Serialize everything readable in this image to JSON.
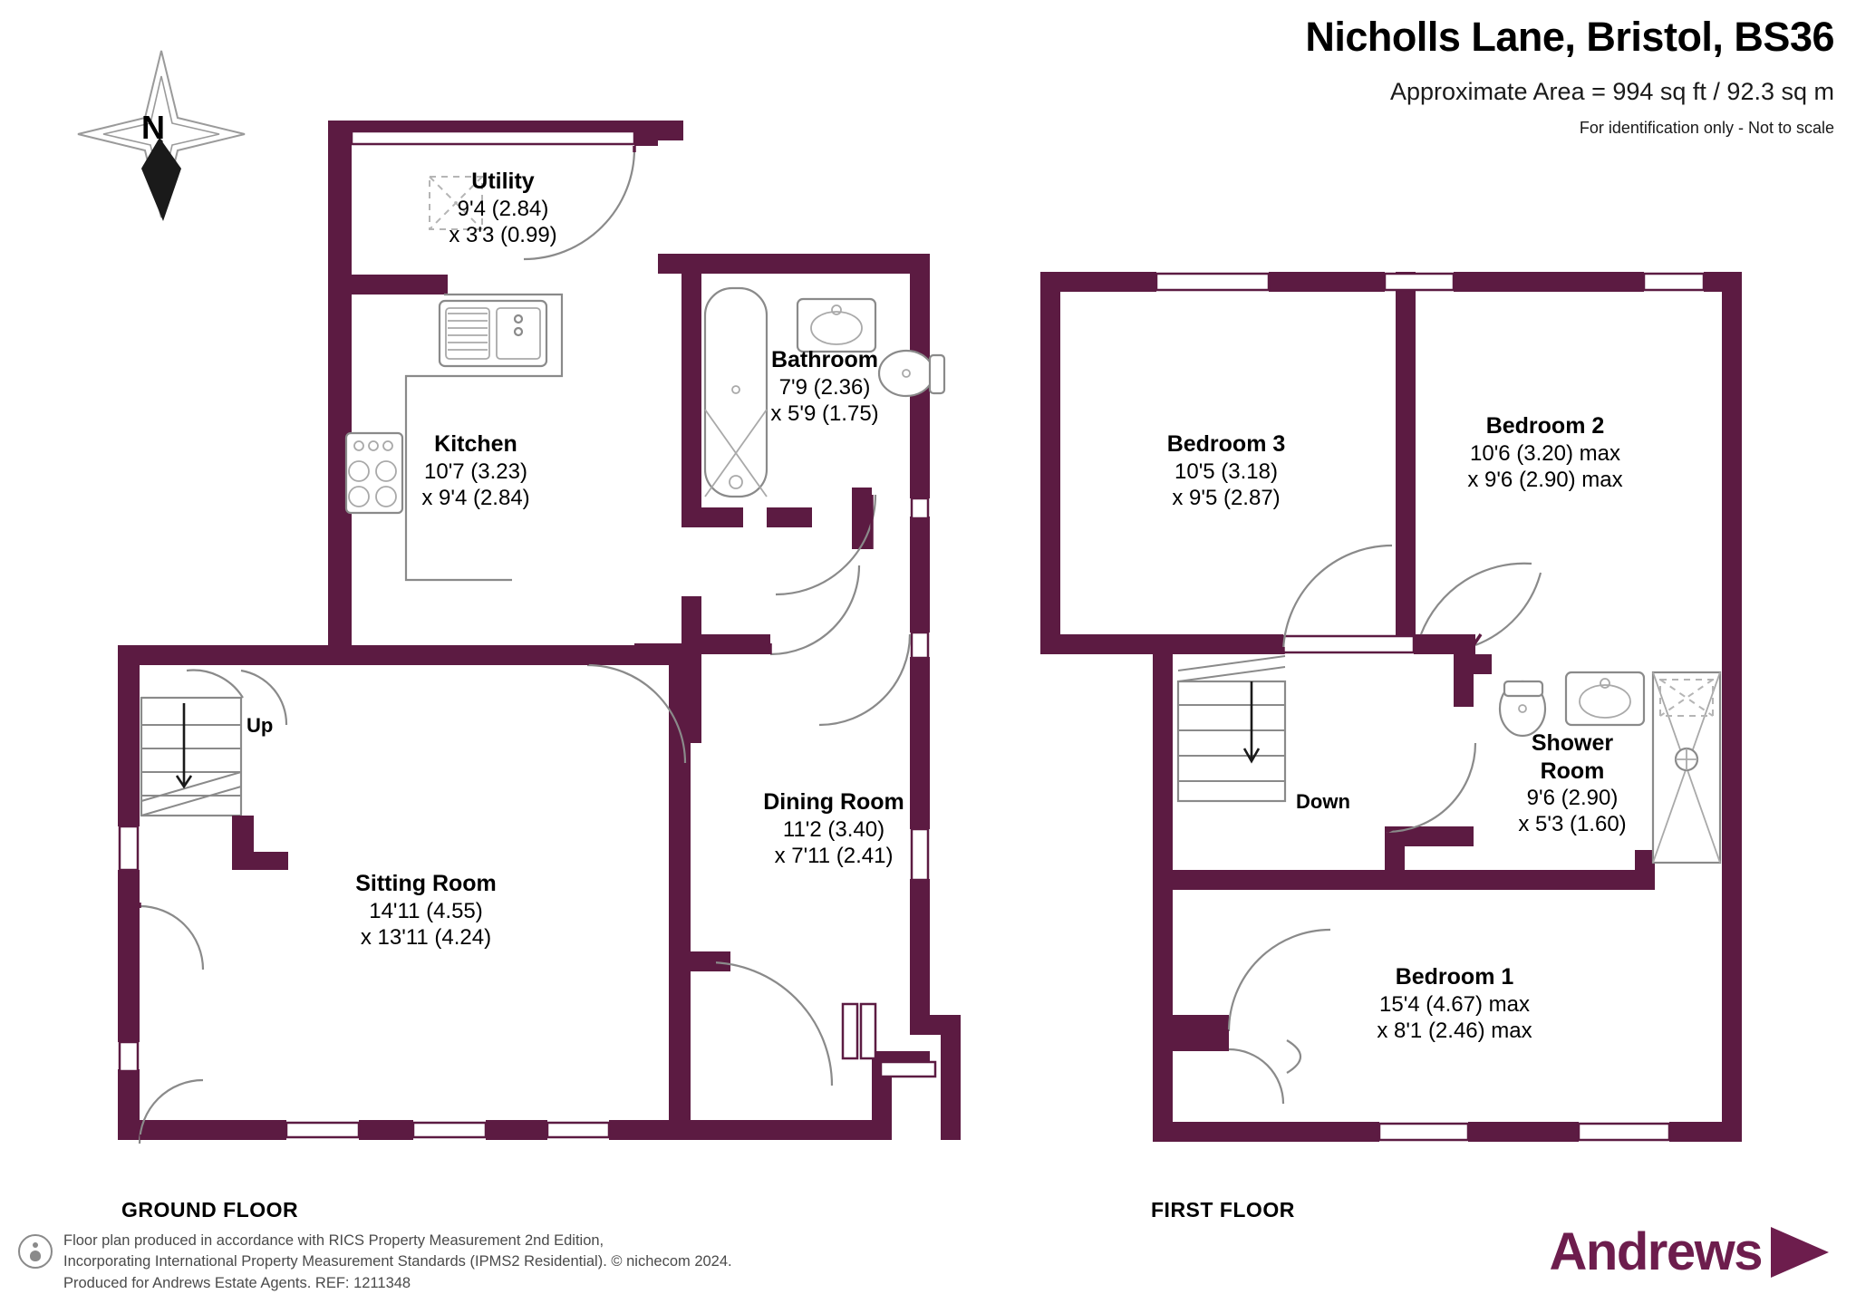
{
  "header": {
    "title": "Nicholls Lane, Bristol, BS36",
    "area": "Approximate Area = 994 sq ft / 92.3 sq m",
    "note": "For identification only - Not to scale"
  },
  "floors": {
    "ground_label": "GROUND FLOOR",
    "first_label": "FIRST FLOOR"
  },
  "rooms": {
    "utility": {
      "name": "Utility",
      "dim1": "9'4 (2.84)",
      "dim2": "x 3'3 (0.99)"
    },
    "kitchen": {
      "name": "Kitchen",
      "dim1": "10'7 (3.23)",
      "dim2": "x 9'4 (2.84)"
    },
    "bathroom": {
      "name": "Bathroom",
      "dim1": "7'9 (2.36)",
      "dim2": "x 5'9 (1.75)"
    },
    "dining": {
      "name": "Dining Room",
      "dim1": "11'2 (3.40)",
      "dim2": "x 7'11 (2.41)"
    },
    "sitting": {
      "name": "Sitting Room",
      "dim1": "14'11 (4.55)",
      "dim2": "x 13'11 (4.24)"
    },
    "bedroom3": {
      "name": "Bedroom 3",
      "dim1": "10'5 (3.18)",
      "dim2": "x 9'5 (2.87)"
    },
    "bedroom2": {
      "name": "Bedroom 2",
      "dim1": "10'6 (3.20) max",
      "dim2": "x 9'6 (2.90) max"
    },
    "shower": {
      "name": "Shower",
      "name2": "Room",
      "dim1": "9'6 (2.90)",
      "dim2": "x 5'3 (1.60)"
    },
    "bedroom1": {
      "name": "Bedroom 1",
      "dim1": "15'4 (4.67) max",
      "dim2": "x 8'1 (2.46) max"
    }
  },
  "stairs": {
    "up": "Up",
    "down": "Down"
  },
  "compass": {
    "letter": "N"
  },
  "footer": {
    "line1": "Floor plan produced in accordance with RICS Property Measurement 2nd Edition,",
    "line2": "Incorporating International Property Measurement Standards (IPMS2 Residential).   © nichecom 2024.",
    "line3": "Produced for Andrews Estate Agents.   REF: 1211348"
  },
  "brand": {
    "name": "Andrews"
  },
  "colors": {
    "wall": "#5c1b42",
    "brand": "#6d1d4d",
    "fixture_stroke": "#8a8a8a",
    "text": "#000000"
  }
}
